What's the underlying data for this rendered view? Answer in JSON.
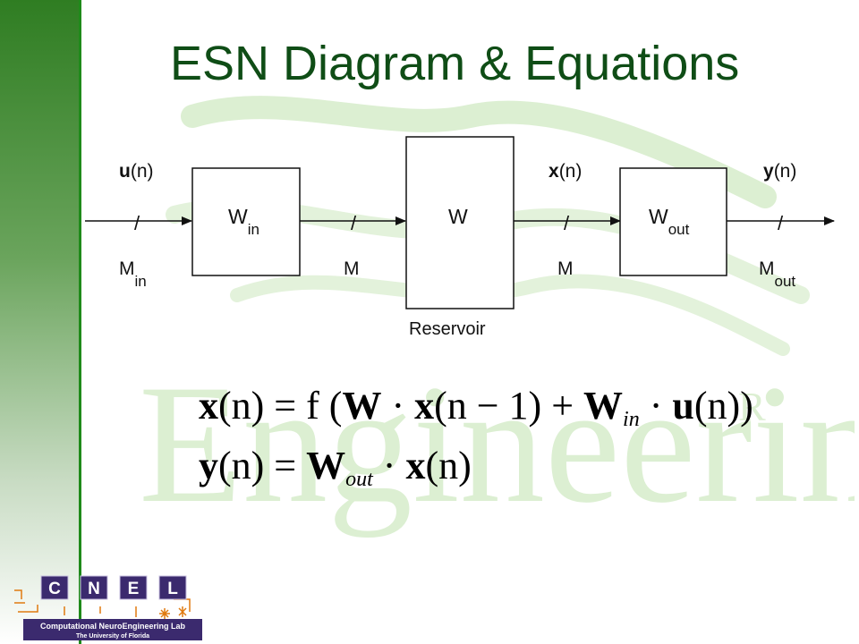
{
  "slide": {
    "title": "ESN Diagram & Equations"
  },
  "diagram": {
    "input_signal_bold": "u",
    "input_signal_rest": "(n)",
    "input_dim_main": "M",
    "input_dim_sub": "in",
    "win_main": "W",
    "win_sub": "in",
    "between_dim_1": "M",
    "reservoir_weight": "W",
    "reservoir_label": "Reservoir",
    "state_signal_bold": "x",
    "state_signal_rest": "(n)",
    "between_dim_2": "M",
    "wout_main": "W",
    "wout_sub": "out",
    "output_signal_bold": "y",
    "output_signal_rest": "(n)",
    "output_dim_main": "M",
    "output_dim_sub": "out",
    "slash": "/"
  },
  "equations": {
    "eq1": {
      "lhs_bold": "x",
      "lhs_rest": "(n) = f (",
      "w_bold": "W",
      "dot1": " · ",
      "x_bold": "x",
      "mid": "(n − 1) + ",
      "win_bold": "W",
      "win_sub": "in",
      "dot2": " · ",
      "u_bold": "u",
      "end": "(n))"
    },
    "eq2": {
      "lhs_bold": "y",
      "lhs_rest": "(n) = ",
      "wout_bold": "W",
      "wout_sub": "out",
      "dot": " · ",
      "x_bold": "x",
      "end": "(n)"
    }
  },
  "watermark": {
    "word": "Engineering",
    "mark": "R"
  },
  "logo": {
    "letters": [
      "C",
      "N",
      "E",
      "L"
    ],
    "line1": "Computational NeuroEngineering Lab",
    "line2": "The University of Florida"
  },
  "colors": {
    "title": "#0f4d16",
    "sidebar_top": "#2f7d22",
    "accent_line": "#1f8a1a",
    "watermark": "#dcefd2",
    "logo_purple": "#3b2a6e",
    "logo_orange": "#e07a10"
  }
}
